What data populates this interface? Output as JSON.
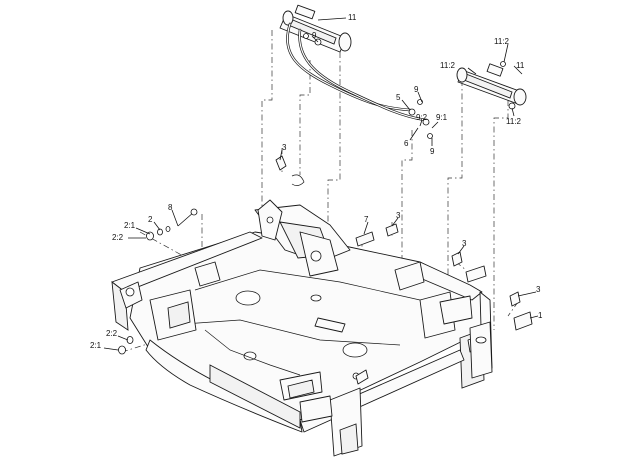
{
  "callouts": [
    {
      "id": "c11-top",
      "text": "11"
    },
    {
      "id": "c9-top",
      "text": "9"
    },
    {
      "id": "c11-2-top",
      "text": "11:2"
    },
    {
      "id": "c11-right",
      "text": "11"
    },
    {
      "id": "c11-2-left",
      "text": "11:2"
    },
    {
      "id": "c9-mid",
      "text": "9"
    },
    {
      "id": "c5",
      "text": "5"
    },
    {
      "id": "c9-2",
      "text": "9:2"
    },
    {
      "id": "c9-1",
      "text": "9:1"
    },
    {
      "id": "c6",
      "text": "6"
    },
    {
      "id": "c9-low",
      "text": "9"
    },
    {
      "id": "c11-2-right",
      "text": "11:2"
    },
    {
      "id": "c3-upper",
      "text": "3"
    },
    {
      "id": "c8",
      "text": "8"
    },
    {
      "id": "c2",
      "text": "2"
    },
    {
      "id": "c2-1-upper",
      "text": "2:1"
    },
    {
      "id": "c2-2-upper",
      "text": "2:2"
    },
    {
      "id": "c7",
      "text": "7"
    },
    {
      "id": "c3-mid",
      "text": "3"
    },
    {
      "id": "c3-right",
      "text": "3"
    },
    {
      "id": "c3-far",
      "text": "3"
    },
    {
      "id": "c1",
      "text": "1"
    },
    {
      "id": "c2-2-lower",
      "text": "2:2"
    },
    {
      "id": "c2-1-lower",
      "text": "2:1"
    }
  ]
}
